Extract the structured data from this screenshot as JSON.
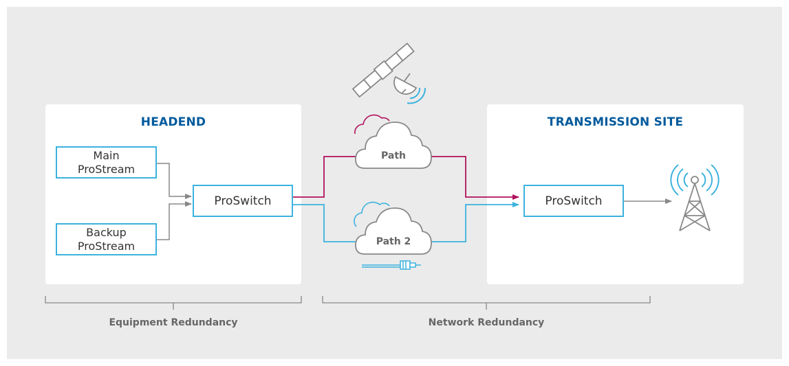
{
  "headend": {
    "title": "HEADEND",
    "main_line1": "Main",
    "main_line2": "ProStream",
    "backup_line1": "Backup",
    "backup_line2": "ProStream",
    "proswitch": "ProSwitch"
  },
  "transmission": {
    "title": "TRANSMISSION SITE",
    "proswitch": "ProSwitch"
  },
  "network": {
    "path1": "Path",
    "path2": "Path 2"
  },
  "brackets": {
    "equipment": "Equipment Redundancy",
    "network": "Network Redundancy"
  },
  "colors": {
    "path1": "#b0125b",
    "path2": "#3bb2de",
    "title": "#005a9c",
    "connector": "#888888"
  },
  "icons": [
    "satellite-icon",
    "cloud-icon",
    "fiber-cable-icon",
    "broadcast-tower-icon"
  ]
}
